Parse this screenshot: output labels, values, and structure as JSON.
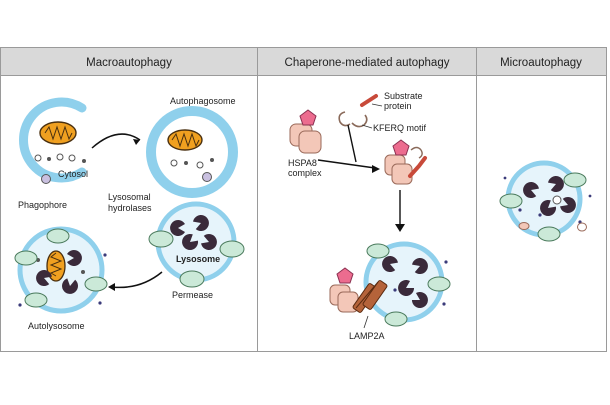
{
  "panels": {
    "macro": {
      "title": "Macroautophagy",
      "labels": {
        "cytosol": "Cytosol",
        "phagophore": "Phagophore",
        "autophagosome": "Autophagosome",
        "lysosomal_hydrolases_1": "Lysosomal",
        "lysosomal_hydrolases_2": "hydrolases",
        "lysosome": "Lysosome",
        "permease": "Permease",
        "autolysosome": "Autolysosome"
      }
    },
    "cma": {
      "title": "Chaperone-mediated autophagy",
      "labels": {
        "substrate_1": "Substrate",
        "substrate_2": "protein",
        "kferq": "KFERQ motif",
        "hspa8_1": "HSPA8",
        "hspa8_2": "complex",
        "lamp2a": "LAMP2A"
      }
    },
    "micro": {
      "title": "Microautophagy"
    }
  },
  "colors": {
    "header_bg": "#d9d9d9",
    "border": "#9a9a9a",
    "membrane": "#8fd0ec",
    "lumen": "#e6f4fb",
    "mito_orange": "#f0a020",
    "receptor_green": "#cbe9d8",
    "hydrolase_dark": "#3a2a3a",
    "chaperone_peach": "#f3c7b8",
    "chaperone_pink": "#ec6c8f",
    "lamp2a_brown": "#b5633a"
  }
}
